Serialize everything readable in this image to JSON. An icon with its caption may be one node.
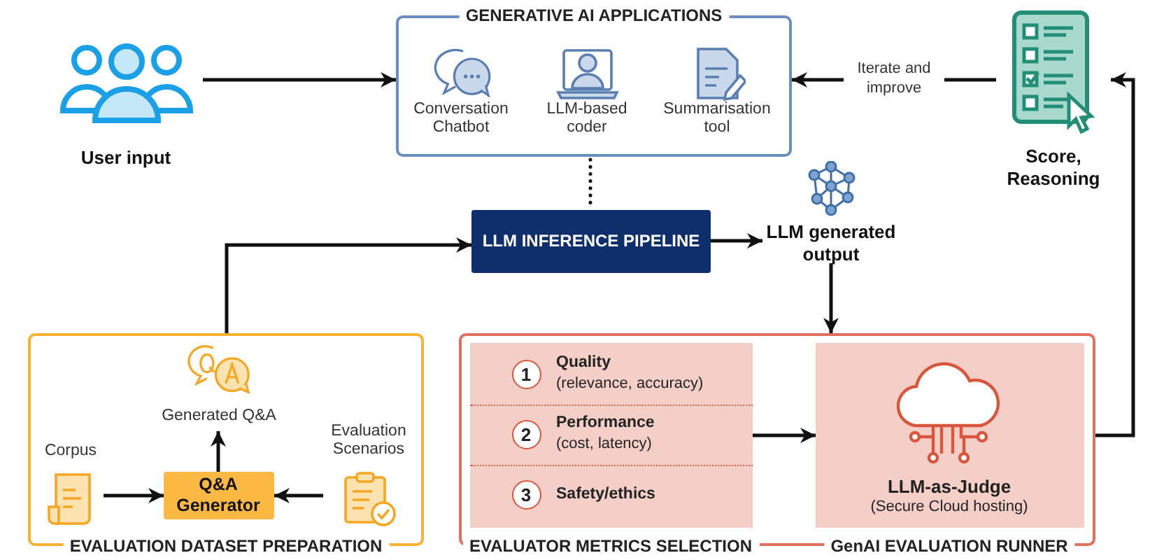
{
  "diagram": {
    "nodes": [
      {
        "text": [
          "User input"
        ]
      },
      {
        "text": [
          "GENERATIVE AI APPLICATIONS"
        ]
      },
      {
        "text": [
          "Conversation Chatbot"
        ],
        "in": 1
      },
      {
        "text": [
          "LLM-based coder"
        ],
        "in": 1
      },
      {
        "text": [
          "Summarisation tool"
        ],
        "in": 1
      },
      {
        "text": [
          "Score, Reasoning"
        ]
      },
      {
        "text": [
          "LLM INFERENCE PIPELINE"
        ]
      },
      {
        "text": [
          "LLM generated output"
        ]
      },
      {
        "text": [
          "EVALUATION DATASET PREPARATION"
        ]
      },
      {
        "text": [
          "Generated Q&A"
        ],
        "in": 8
      },
      {
        "text": [
          "Corpus"
        ],
        "in": 8
      },
      {
        "text": [
          "Q&A Generator"
        ],
        "in": 8
      },
      {
        "text": [
          "Evaluation Scenarios"
        ],
        "in": 8
      },
      {
        "text": [],
        "shape": "box"
      },
      {
        "text": [
          "EVALUATOR METRICS SELECTION"
        ],
        "in": 13
      },
      {
        "text": [
          "1",
          "Quality",
          "(relevance, accuracy)"
        ],
        "in": 14
      },
      {
        "text": [
          "2",
          "Performance",
          "(cost, latency)"
        ],
        "in": 14
      },
      {
        "text": [
          "3",
          "Safety/ethics"
        ],
        "in": 14
      },
      {
        "text": [
          "GenAI EVALUATION RUNNER"
        ],
        "in": 13
      },
      {
        "text": [
          "LLM-as-Judge",
          "(Secure Cloud hosting)"
        ],
        "in": 18
      }
    ],
    "edges": [
      {
        "from": 0,
        "to": 1,
        "arrow": "to"
      },
      {
        "from": 5,
        "to": 1,
        "arrow": "to",
        "label": "Iterate and improve"
      },
      {
        "from": 1,
        "to": 6,
        "arrow": "none",
        "style": "dashed"
      },
      {
        "from": 8,
        "to": 6,
        "arrow": "to"
      },
      {
        "from": 6,
        "to": 7,
        "arrow": "to"
      },
      {
        "from": 7,
        "to": 13,
        "arrow": "to"
      },
      {
        "from": 14,
        "to": 18,
        "arrow": "to"
      },
      {
        "from": 13,
        "to": 5,
        "arrow": "to"
      },
      {
        "from": 10,
        "to": 11,
        "arrow": "to"
      },
      {
        "from": 12,
        "to": 11,
        "arrow": "to"
      },
      {
        "from": 11,
        "to": 9,
        "arrow": "to"
      }
    ]
  }
}
